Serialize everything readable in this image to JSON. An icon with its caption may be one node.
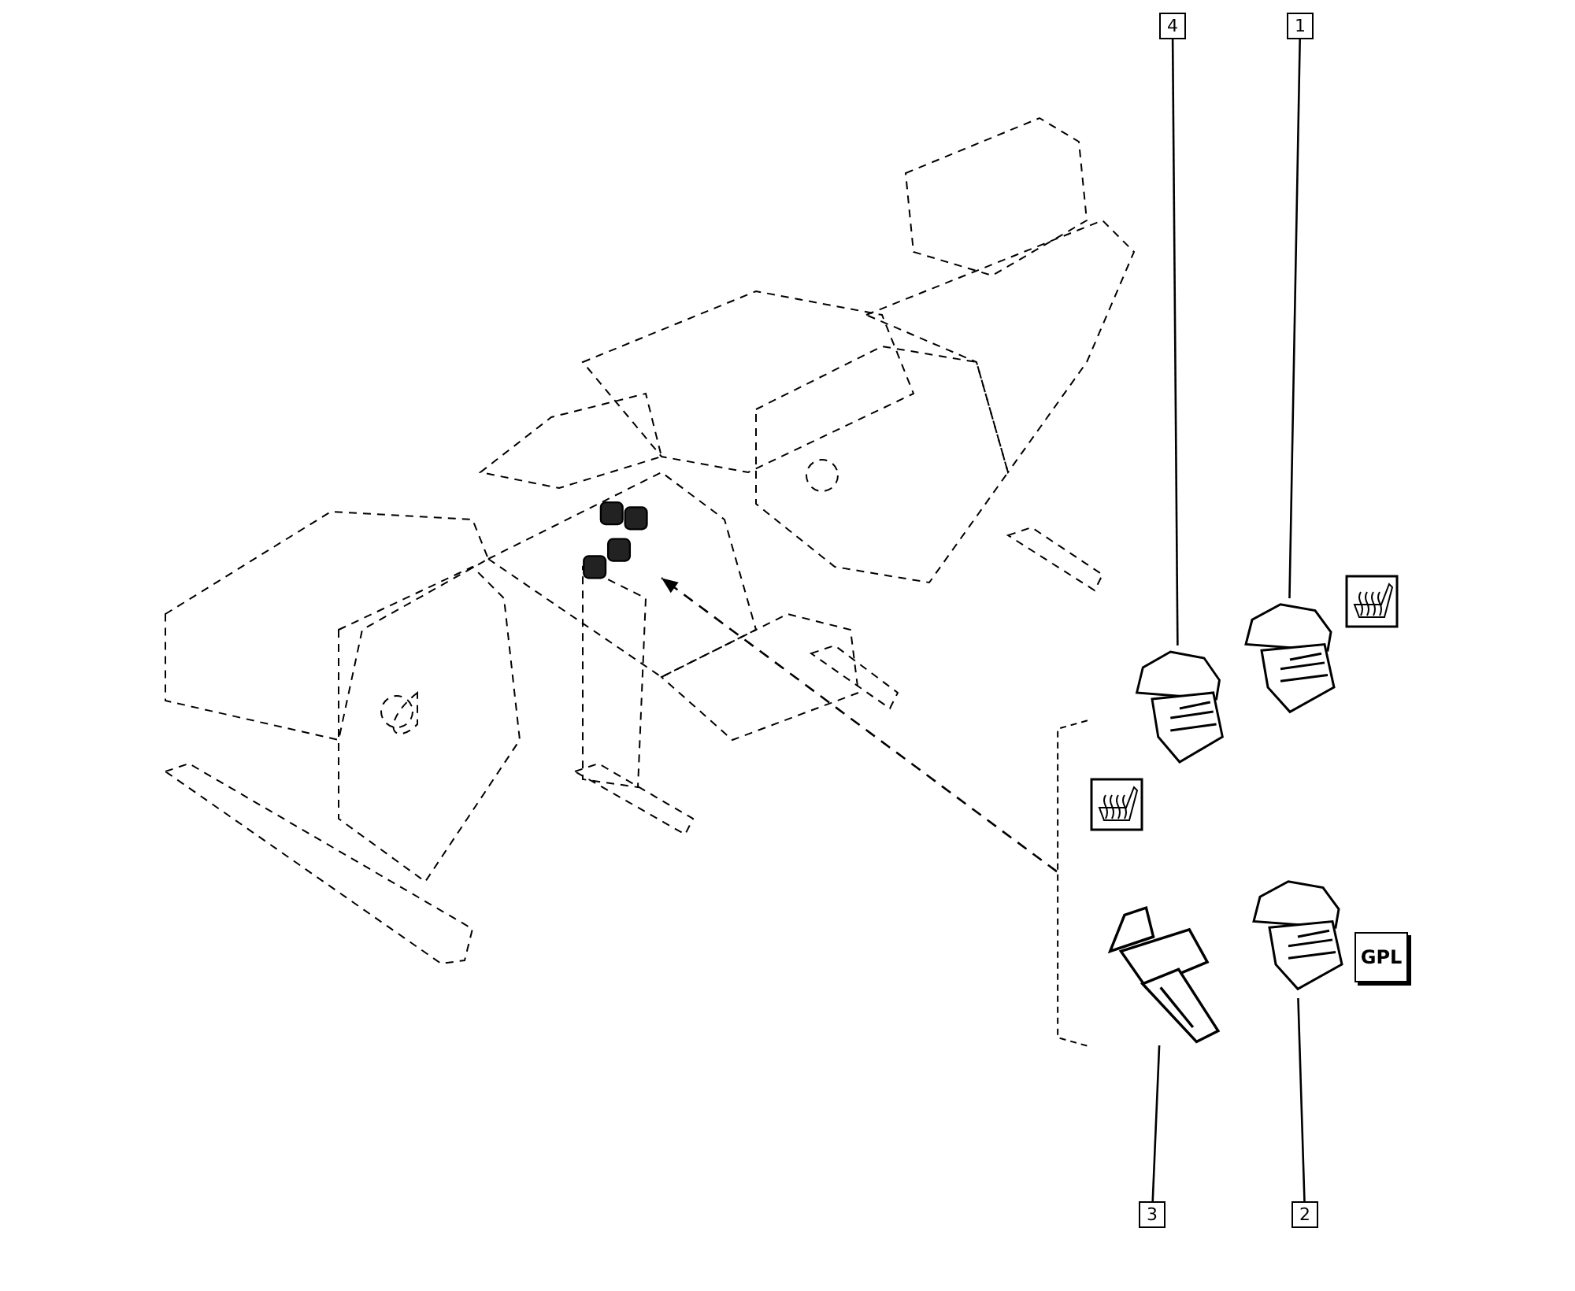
{
  "diagram": {
    "nodes": [
      {
        "text": [
          "4"
        ]
      },
      {
        "text": [
          "1"
        ]
      },
      {
        "text": [
          "3"
        ]
      },
      {
        "text": [
          "2"
        ]
      },
      {
        "text": [],
        "shape": "picture"
      },
      {
        "text": [],
        "shape": "picture"
      },
      {
        "text": [],
        "shape": "picture"
      },
      {
        "text": [],
        "shape": "picture"
      },
      {
        "text": [
          "GPL"
        ]
      },
      {
        "text": [],
        "shape": "picture"
      },
      {
        "text": [],
        "shape": "bracket"
      }
    ],
    "edges": [
      {
        "from": 0,
        "to": 4,
        "arrow": "none"
      },
      {
        "from": 1,
        "to": 5,
        "arrow": "none"
      },
      {
        "from": 2,
        "to": 6,
        "arrow": "none"
      },
      {
        "from": 3,
        "to": 7,
        "arrow": "none"
      },
      {
        "from": 10,
        "to": 9,
        "arrow": "to",
        "style": "dashed"
      }
    ]
  }
}
